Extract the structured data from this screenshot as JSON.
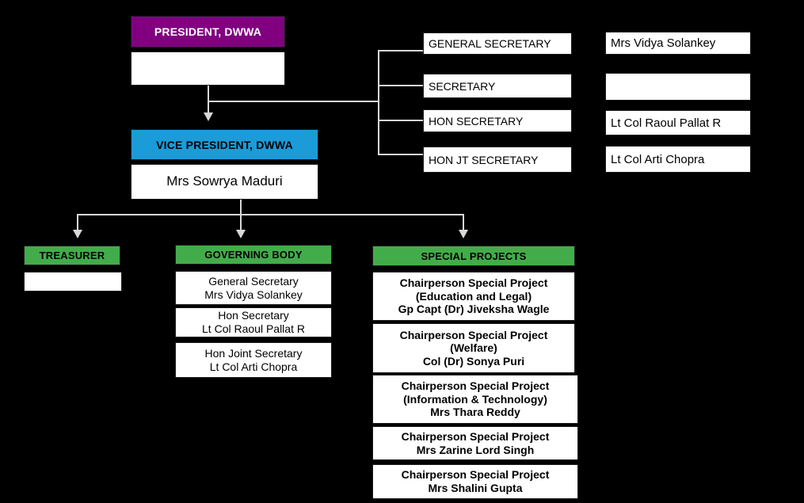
{
  "colors": {
    "president": "#800080",
    "vice_president": "#1B9BD8",
    "section": "#43AC4A",
    "box_bg": "#FFFFFF",
    "canvas": "#000000",
    "connector": "#D8D8D8",
    "border": "#1A1A1A"
  },
  "president": {
    "title": "PRESIDENT, DWWA",
    "name": ""
  },
  "vice_president": {
    "title": "VICE PRESIDENT, DWWA",
    "name": "Mrs Sowrya Maduri"
  },
  "secretaries": {
    "roles": [
      "GENERAL SECRETARY",
      "SECRETARY",
      "HON SECRETARY",
      "HON JT SECRETARY"
    ],
    "names": [
      "Mrs Vidya Solankey",
      "",
      "Lt Col Raoul Pallat R",
      "Lt Col Arti Chopra"
    ]
  },
  "treasurer": {
    "title": "TREASURER",
    "name": ""
  },
  "governing_body": {
    "title": "GOVERNING BODY",
    "members": [
      {
        "role": "General Secretary",
        "name": "Mrs Vidya Solankey"
      },
      {
        "role": "Hon Secretary",
        "name": "Lt Col Raoul Pallat R"
      },
      {
        "role": "Hon Joint Secretary",
        "name": "Lt Col Arti Chopra"
      }
    ]
  },
  "special_projects": {
    "title": "SPECIAL PROJECTS",
    "members": [
      {
        "role": "Chairperson Special Project",
        "scope": "(Education and Legal)",
        "name": "Gp Capt (Dr) Jiveksha Wagle"
      },
      {
        "role": "Chairperson Special Project",
        "scope": "(Welfare)",
        "name": "Col (Dr) Sonya Puri"
      },
      {
        "role": "Chairperson Special Project",
        "scope": "(Information & Technology)",
        "name": "Mrs Thara Reddy"
      },
      {
        "role": "Chairperson Special Project",
        "scope": "",
        "name": "Mrs Zarine Lord Singh"
      },
      {
        "role": "Chairperson Special Project",
        "scope": "",
        "name": "Mrs Shalini Gupta"
      }
    ]
  }
}
